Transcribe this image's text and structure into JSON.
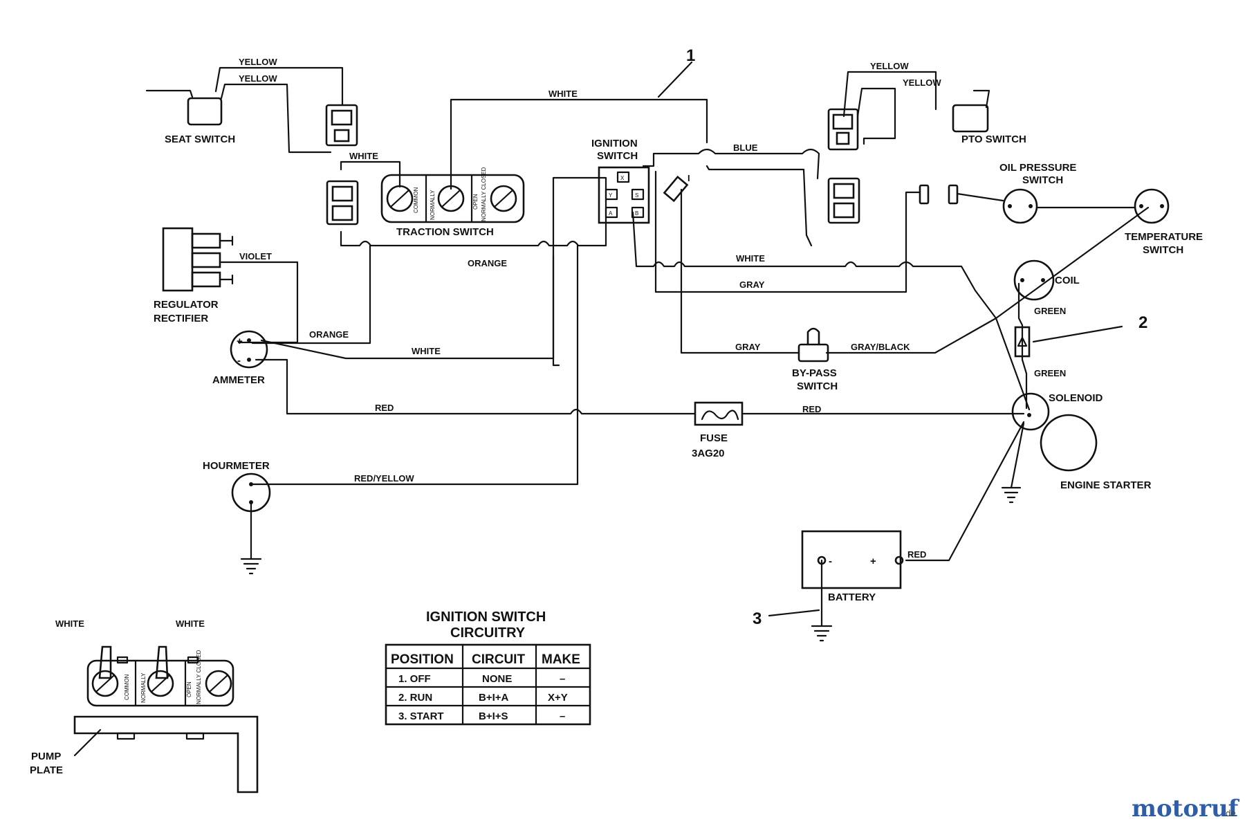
{
  "components": {
    "seat_switch": "SEAT SWITCH",
    "pto_switch": "PTO SWITCH",
    "ignition_switch": [
      "IGNITION",
      "SWITCH"
    ],
    "traction_switch": "TRACTION SWITCH",
    "oil_pressure_switch": [
      "OIL PRESSURE",
      "SWITCH"
    ],
    "temperature_switch": [
      "TEMPERATURE",
      "SWITCH"
    ],
    "regulator_rectifier": [
      "REGULATOR",
      "RECTIFIER"
    ],
    "coil": "COIL",
    "ammeter": "AMMETER",
    "bypass_switch": [
      "BY-PASS",
      "SWITCH"
    ],
    "solenoid": "SOLENOID",
    "fuse": [
      "FUSE",
      "3AG20"
    ],
    "hourmeter": "HOURMETER",
    "engine_starter": "ENGINE STARTER",
    "battery": "BATTERY",
    "pump_plate": [
      "PUMP",
      "PLATE"
    ]
  },
  "terminals": {
    "ignition": [
      "X",
      "Y",
      "S",
      "A",
      "B"
    ],
    "switch_contacts": [
      "COMMON",
      "NORMALLY",
      "OPEN",
      "NORMALLY CLOSED"
    ],
    "battery_neg": "-",
    "battery_pos": "+",
    "ammeter_pos": "+",
    "ammeter_neg": "-",
    "ignition_marker": "I"
  },
  "wires": {
    "yellow_1": "YELLOW",
    "yellow_2": "YELLOW",
    "yellow_3": "YELLOW",
    "yellow_4": "YELLOW",
    "white_top": "WHITE",
    "white_seat": "WHITE",
    "blue": "BLUE",
    "orange_1": "ORANGE",
    "violet": "VIOLET",
    "orange_2": "ORANGE",
    "white_ammeter": "WHITE",
    "white_mid": "WHITE",
    "gray_1": "GRAY",
    "gray_2": "GRAY",
    "gray_black": "GRAY/BLACK",
    "green_1": "GREEN",
    "green_2": "GREEN",
    "red_1": "RED",
    "red_2": "RED",
    "red_battery": "RED",
    "red_yellow": "RED/YELLOW",
    "white_pump_1": "WHITE",
    "white_pump_2": "WHITE"
  },
  "callouts": [
    "1",
    "2",
    "3"
  ],
  "table": {
    "title": [
      "IGNITION SWITCH",
      "CIRCUITRY"
    ],
    "headers": [
      "POSITION",
      "CIRCUIT",
      "MAKE"
    ],
    "rows": [
      [
        "1.   OFF",
        "NONE",
        "–"
      ],
      [
        "2.   RUN",
        "B+I+A",
        "X+Y"
      ],
      [
        "3.   START",
        "B+I+S",
        "–"
      ]
    ]
  },
  "watermark": {
    "brand": "motoruf",
    "tld": ".de",
    "colors": [
      "#2f5ea8",
      "#c8502a",
      "#e3a21a",
      "#3a8a3a"
    ]
  }
}
